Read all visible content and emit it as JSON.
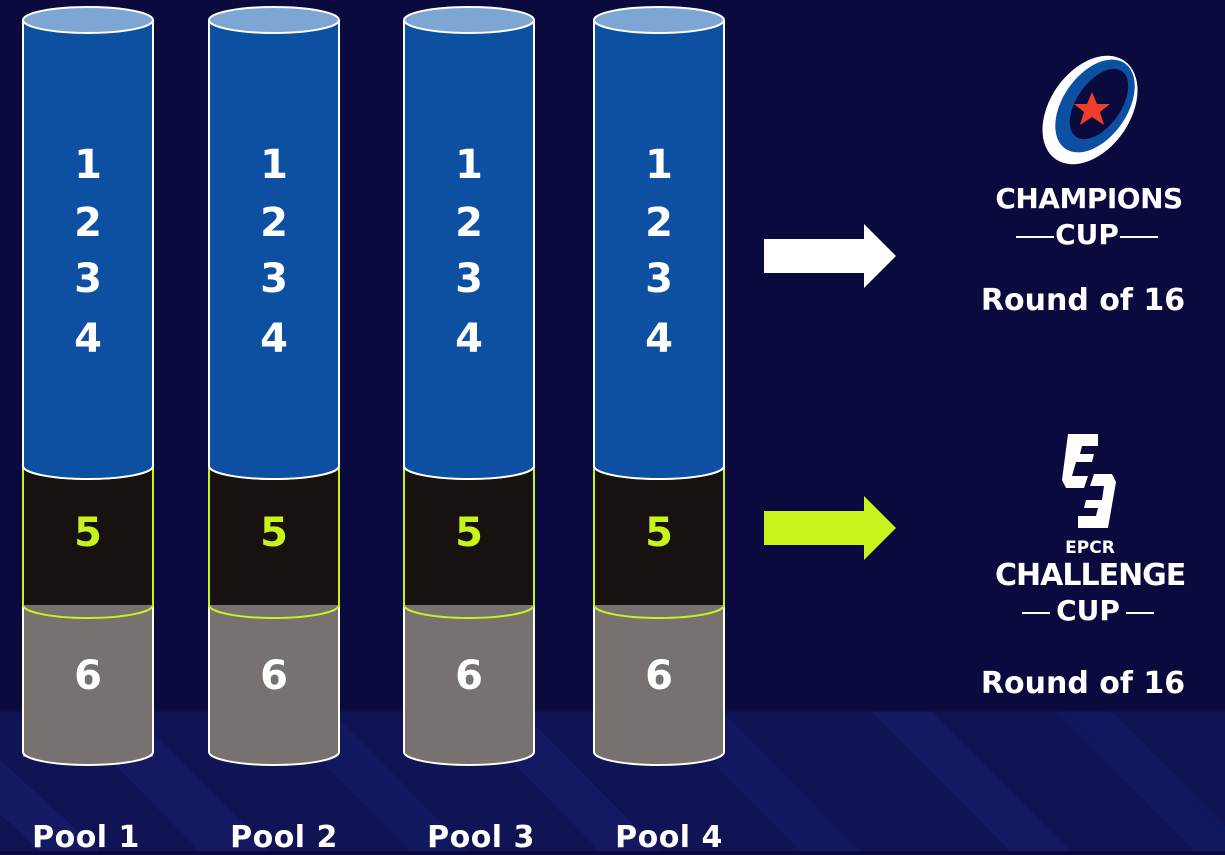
{
  "colors": {
    "background": "#0a0a3e",
    "champions_blue": "#0d4fa0",
    "challenge_black": "#17110f",
    "challenge_green": "#c8f41c",
    "eliminated_grey": "#77726f",
    "champions_star_red": "#f03e2a"
  },
  "pools": [
    {
      "label": "Pool 1",
      "ranks_champions": [
        "1",
        "2",
        "3",
        "4"
      ],
      "rank_challenge": "5",
      "rank_out": "6"
    },
    {
      "label": "Pool 2",
      "ranks_champions": [
        "1",
        "2",
        "3",
        "4"
      ],
      "rank_challenge": "5",
      "rank_out": "6"
    },
    {
      "label": "Pool 3",
      "ranks_champions": [
        "1",
        "2",
        "3",
        "4"
      ],
      "rank_challenge": "5",
      "rank_out": "6"
    },
    {
      "label": "Pool 4",
      "ranks_champions": [
        "1",
        "2",
        "3",
        "4"
      ],
      "rank_challenge": "5",
      "rank_out": "6"
    }
  ],
  "champions_cup": {
    "logo_line1": "CHAMPIONS",
    "logo_line2": "CUP",
    "round": "Round of 16",
    "icon": "champions-cup-logo"
  },
  "challenge_cup": {
    "logo_top": "EPCR",
    "logo_line1": "CHALLENGE",
    "logo_line2": "CUP",
    "round": "Round of 16",
    "icon": "challenge-cup-logo"
  }
}
